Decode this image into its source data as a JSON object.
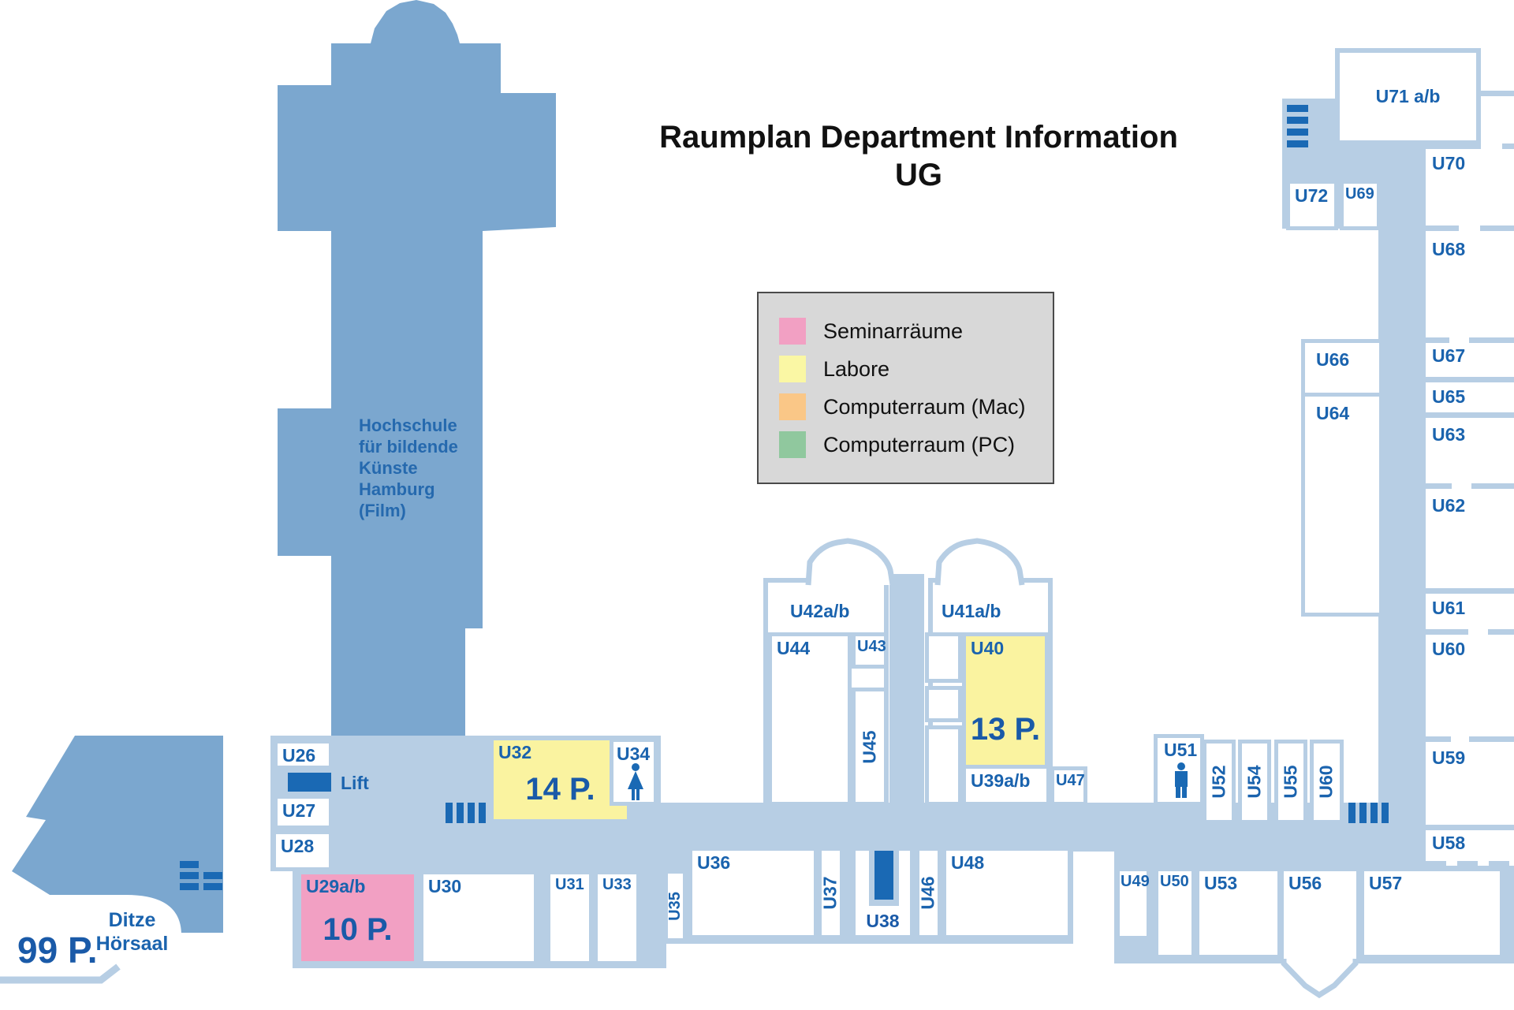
{
  "title": {
    "line1": "Raumplan Department Information",
    "line2": "UG"
  },
  "legend": {
    "items": [
      {
        "label": "Seminarräume",
        "color": "#F2A0C3"
      },
      {
        "label": "Labore",
        "color": "#FAF7A4"
      },
      {
        "label": "Computerraum (Mac)",
        "color": "#FAC787"
      },
      {
        "label": "Computerraum (PC)",
        "color": "#90C89E"
      }
    ]
  },
  "tower": {
    "lines": [
      "Hochschule",
      "für bildende",
      "Künste",
      "Hamburg",
      "(Film)"
    ]
  },
  "auditorium": {
    "line1": "Ditze",
    "line2": "Hörsaal",
    "capacity": "99 P."
  },
  "labels": {
    "lift": "Lift"
  },
  "rooms": {
    "u26": "U26",
    "u27": "U27",
    "u28": "U28",
    "u29": {
      "label": "U29a/b",
      "capacity": "10 P."
    },
    "u30": "U30",
    "u31": "U31",
    "u32": {
      "label": "U32",
      "capacity": "14 P."
    },
    "u33": "U33",
    "u34": "U34",
    "u35": "U35",
    "u36": "U36",
    "u37": "U37",
    "u38": "U38",
    "u39": "U39a/b",
    "u40": {
      "label": "U40",
      "capacity": "13 P."
    },
    "u41": "U41a/b",
    "u42": "U42a/b",
    "u43": "U43",
    "u44": "U44",
    "u45": "U45",
    "u46": "U46",
    "u47": "U47",
    "u48": "U48",
    "u49": "U49",
    "u50": "U50",
    "u51": "U51",
    "u52": "U52",
    "u53": "U53",
    "u54": "U54",
    "u55": "U55",
    "u56": "U56",
    "u57": "U57",
    "u58": "U58",
    "u59": "U59",
    "u60_room": "U60",
    "u60_small": "U60",
    "u61": "U61",
    "u62": "U62",
    "u63": "U63",
    "u64": "U64",
    "u65": "U65",
    "u66": "U66",
    "u67": "U67",
    "u68": "U68",
    "u69": "U69",
    "u70": "U70",
    "u71": "U71 a/b",
    "u72": "U72"
  },
  "colors": {
    "building_blue": "#7BA7CF",
    "corridor_blue": "#B7CEE4",
    "seminar_pink": "#F2A0C3",
    "labor_yellow": "#FAF3A0",
    "mac_orange": "#FAC787",
    "pc_green": "#90C89E",
    "label_blue": "#1A63AE",
    "icon_blue": "#1A69B4",
    "legend_bg": "#D8D8D8"
  }
}
